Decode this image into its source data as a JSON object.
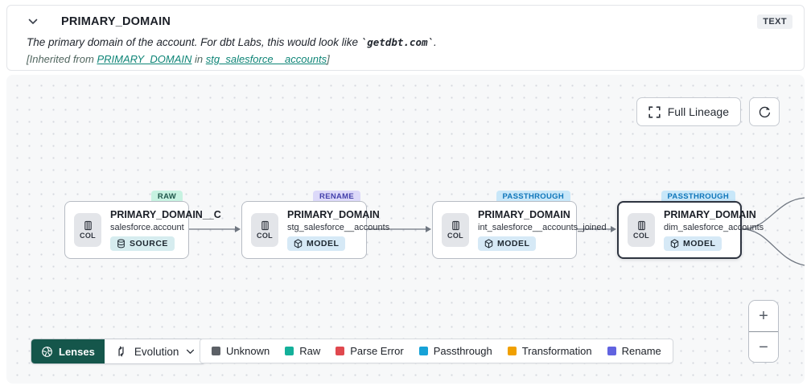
{
  "header": {
    "title": "PRIMARY_DOMAIN",
    "type_badge": "TEXT",
    "description_prefix": "The primary domain of the account. For dbt Labs, this would look like ",
    "description_code": "`getdbt.com`",
    "description_suffix": ".",
    "inherited": {
      "prefix": "[Inherited from ",
      "link_column": "PRIMARY_DOMAIN",
      "middle": " in ",
      "link_model": "stg_salesforce__accounts",
      "suffix": "]"
    }
  },
  "toolbar": {
    "full_lineage_label": "Full Lineage"
  },
  "nodes": [
    {
      "status": "RAW",
      "title": "PRIMARY_DOMAIN__C",
      "subtitle": "salesforce.account",
      "chip_label": "COL",
      "type_label": "SOURCE",
      "selected": false
    },
    {
      "status": "RENAME",
      "title": "PRIMARY_DOMAIN",
      "subtitle": "stg_salesforce__accounts",
      "chip_label": "COL",
      "type_label": "MODEL",
      "selected": false
    },
    {
      "status": "PASSTHROUGH",
      "title": "PRIMARY_DOMAIN",
      "subtitle": "int_salesforce__accounts_joined",
      "chip_label": "COL",
      "type_label": "MODEL",
      "selected": false
    },
    {
      "status": "PASSTHROUGH",
      "title": "PRIMARY_DOMAIN",
      "subtitle": "dim_salesforce_accounts",
      "chip_label": "COL",
      "type_label": "MODEL",
      "selected": true
    }
  ],
  "footer": {
    "lenses_label": "Lenses",
    "lens_selected": "Evolution",
    "legend": [
      {
        "label": "Unknown",
        "color": "#5c6066"
      },
      {
        "label": "Raw",
        "color": "#14b09a"
      },
      {
        "label": "Parse Error",
        "color": "#e0484e"
      },
      {
        "label": "Passthrough",
        "color": "#16a2d7"
      },
      {
        "label": "Transformation",
        "color": "#f0a000"
      },
      {
        "label": "Rename",
        "color": "#6163e0"
      }
    ]
  },
  "zoom_controls": {
    "zoom_in": "+",
    "zoom_out": "−"
  }
}
